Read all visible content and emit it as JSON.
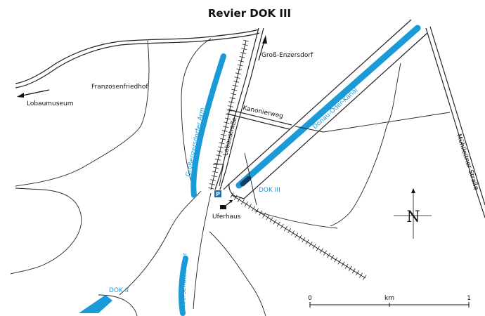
{
  "title": "Revier DOK III",
  "labels": {
    "gross_enzersdorf": "Groß-Enzersdorf",
    "franzosenfriedhof": "Franzosenfriedhof",
    "lobaumuseum": "Lobaumuseum",
    "kanonierweg": "Kanonierweg",
    "lobaustrasse": "Lobaustraße",
    "muehlleitner_strasse": "Mühlleitner Straße",
    "donau_oder_kanal": "Donau-Oder-Kanal",
    "grossenzersdorfer_arm": "Großenzersdorfer Arm",
    "eberschuttwasser": "Eberschuttwasser",
    "dok_iii": "DOK III",
    "dok_ii": "DOK II",
    "uferhaus": "Uferhaus",
    "parking": "P"
  },
  "compass": {
    "north_label": "N"
  },
  "scale": {
    "start": "0",
    "unit": "km",
    "end": "1"
  },
  "colors": {
    "water": "#1a9ad6",
    "line": "#222222",
    "background": "#ffffff"
  }
}
